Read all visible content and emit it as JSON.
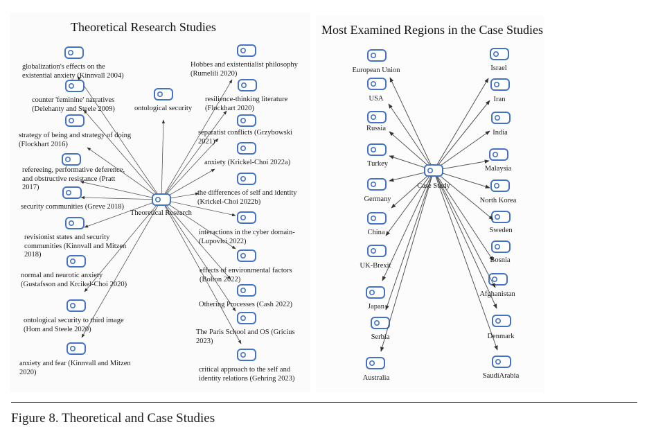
{
  "figure": {
    "caption": "Figure 8. Theoretical and Case Studies"
  },
  "theoretical": {
    "title": "Theoretical Research Studies",
    "hub": {
      "label": "Theoretical Research",
      "icon": "node-toggle-icon"
    },
    "nodes": [
      {
        "label": "globalization's effects on the\nexistential anxiety (Kinnvall 2004)"
      },
      {
        "label": "counter 'feminine' narratives\n(Delehanty and Steele 2009)"
      },
      {
        "label": "strategy of being and strategy of doing\n(Flockhart 2016)"
      },
      {
        "label": "refereeing, performative deference,\nand obstructive resistance (Pratt\n2017)"
      },
      {
        "label": "security communities (Greve 2018)"
      },
      {
        "label": "revisionist states and security\ncommunities (Kinnvall and Mitzen\n2018)"
      },
      {
        "label": "normal and neurotic anxiety\n(Gustafsson and Krcikel-Choi 2020)"
      },
      {
        "label": "ontological security to third image\n(Hom and Steele 2020)"
      },
      {
        "label": "anxiety and fear (Kinnvall and Mitzen\n2020)"
      },
      {
        "label": "ontological security"
      },
      {
        "label": "Hobbes and existentialist philosophy\n(Rumelili 2020)"
      },
      {
        "label": "resilience-thinking literature\n(Flockhart 2020)"
      },
      {
        "label": "separatist conflicts (Grzybowski\n2021)"
      },
      {
        "label": "anxiety (Krickel-Choi 2022a)"
      },
      {
        "label": "the differences of self and identity\n(Krickel-Choi 2022b)"
      },
      {
        "label": "interactions in the cyber domain-\n(Lupovici 2022)"
      },
      {
        "label": "effects of environmental factors\n(Bolton 2022)"
      },
      {
        "label": "Othering Processes (Cash 2022)"
      },
      {
        "label": "The Paris School and OS (Gricius\n2023)"
      },
      {
        "label": "critical approach to the self and\nidentity relations (Gehring 2023)"
      }
    ]
  },
  "case_studies": {
    "title": "Most Examined Regions in the Case Studies",
    "hub": {
      "label": "Case Study",
      "icon": "node-toggle-icon"
    },
    "nodes": [
      {
        "label": "European Union"
      },
      {
        "label": "USA"
      },
      {
        "label": "Russia"
      },
      {
        "label": "Turkey"
      },
      {
        "label": "Germany"
      },
      {
        "label": "China"
      },
      {
        "label": "UK-Brexit"
      },
      {
        "label": "Japan"
      },
      {
        "label": "Serbia"
      },
      {
        "label": "Australia"
      },
      {
        "label": "Israel"
      },
      {
        "label": "Iran"
      },
      {
        "label": "India"
      },
      {
        "label": "Malaysia"
      },
      {
        "label": "North Korea"
      },
      {
        "label": "Sweden"
      },
      {
        "label": "Bosnia"
      },
      {
        "label": "Afghanistan"
      },
      {
        "label": "Denmark"
      },
      {
        "label": "SaudiArabia"
      }
    ]
  },
  "colors": {
    "node_stroke": "#4472c4",
    "edge": "#555555",
    "arrow": "#333333"
  }
}
